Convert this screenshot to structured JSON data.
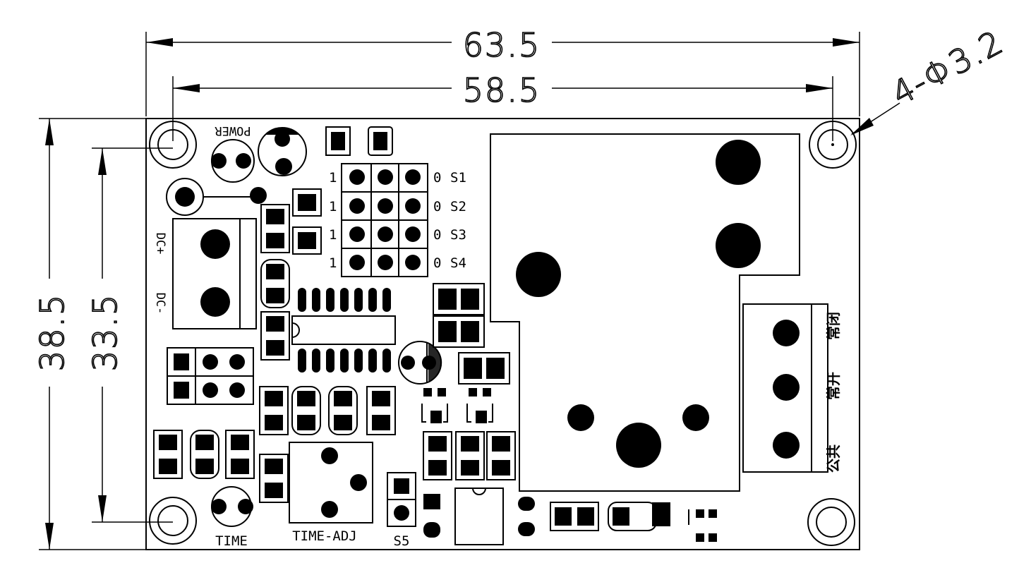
{
  "dimensions": {
    "overall_width": "63.5",
    "hole_spacing_width": "58.5",
    "overall_height": "38.5",
    "hole_spacing_height": "33.5",
    "hole_callout": "4-Φ3.2"
  },
  "labels": {
    "power": "POWER",
    "dc_plus": "DC+",
    "dc_minus": "DC-",
    "time": "TIME",
    "time_adj": "TIME-ADJ",
    "s5": "S5",
    "switches": [
      {
        "one": "1",
        "zero": "0",
        "name": "S1"
      },
      {
        "one": "1",
        "zero": "0",
        "name": "S2"
      },
      {
        "one": "1",
        "zero": "0",
        "name": "S3"
      },
      {
        "one": "1",
        "zero": "0",
        "name": "S4"
      }
    ],
    "relay_terminals": [
      "常闭",
      "常开",
      "公共"
    ]
  }
}
